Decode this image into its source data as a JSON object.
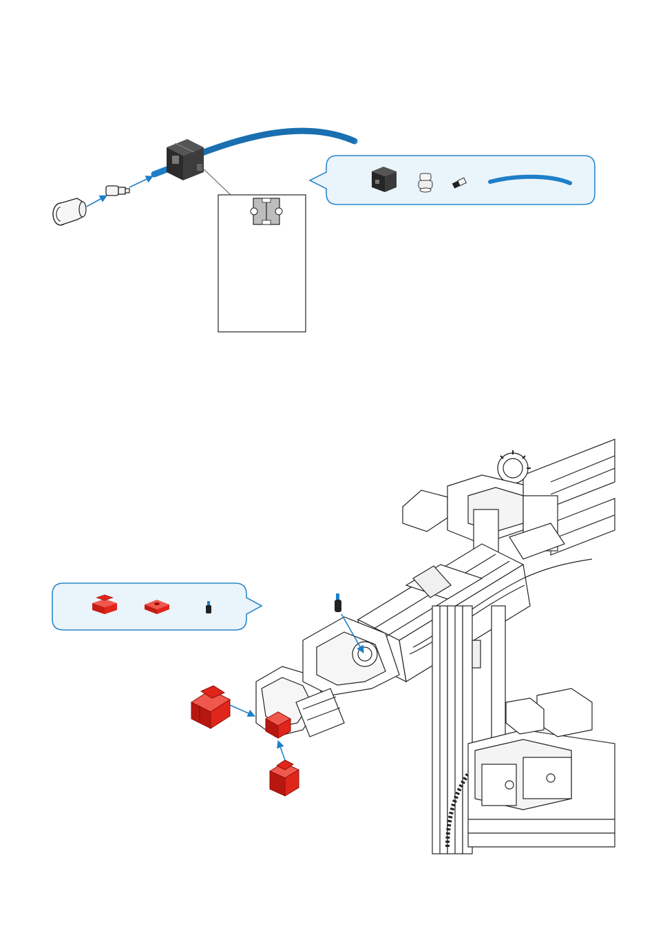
{
  "page": {
    "background": "#ffffff"
  },
  "colors": {
    "tube_blue": "#1e7fc8",
    "callout_fill": "#eaf4fb",
    "callout_stroke": "#2a86c8",
    "part_red": "#e0251b",
    "part_dark": "#2b2b2b",
    "line": "#222222"
  },
  "step1": {
    "parts_callout": {
      "items": [
        {
          "name": "black-building-block-icon"
        },
        {
          "name": "suction-cup-icon"
        },
        {
          "name": "hose-connector-icon"
        },
        {
          "name": "blue-tube-icon"
        }
      ]
    },
    "assembly": {
      "parts": [
        "suction-cup",
        "hose-connector",
        "tube",
        "black-block"
      ]
    },
    "detail_box": {
      "icon": "block-cross-section-icon"
    }
  },
  "step2": {
    "parts_callout": {
      "items": [
        {
          "name": "red-double-block-icon"
        },
        {
          "name": "red-plate-icon"
        },
        {
          "name": "black-pin-icon"
        }
      ]
    },
    "assembly": {
      "parts": [
        "machine-arm",
        "red-block-left",
        "red-block-center",
        "red-block-bottom",
        "black-pin"
      ]
    }
  }
}
